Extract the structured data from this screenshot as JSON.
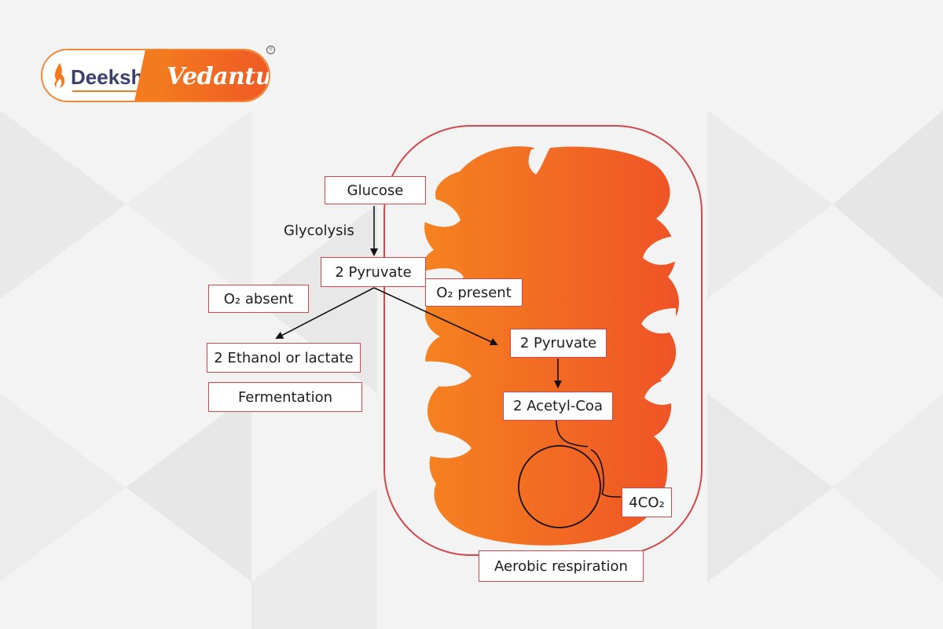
{
  "logo": {
    "brand_left": "Deeksha",
    "brand_right": "Vedantu",
    "trademark": "®",
    "colors": {
      "orange": "#f47a1f",
      "navy": "#3b3f6b"
    }
  },
  "diagram": {
    "nodes": {
      "glucose": "Glucose",
      "glycolysis": "Glycolysis",
      "pyruvate_top": "2  Pyruvate",
      "o2_absent": "O₂ absent",
      "o2_present": "O₂ present",
      "ethanol": "2 Ethanol or lactate",
      "fermentation": "Fermentation",
      "pyruvate_mito": "2 Pyruvate",
      "acetyl": "2 Acetyl-Coa",
      "co2": "4CO₂",
      "aerobic": "Aerobic respiration"
    },
    "colors": {
      "mito_start": "#f58220",
      "mito_end": "#ef5326",
      "border_red": "#d2474a",
      "line": "#111111"
    }
  }
}
